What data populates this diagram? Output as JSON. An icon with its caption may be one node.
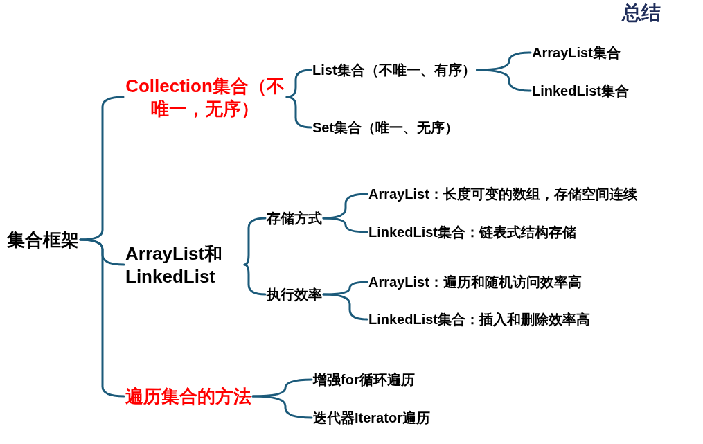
{
  "diagram": {
    "title": "总结",
    "nodes": [
      {
        "text": [
          "集合框架"
        ]
      },
      {
        "text": [
          "Collection集合（不唯一，无序）"
        ]
      },
      {
        "text": [
          "List集合（不唯一、有序）"
        ]
      },
      {
        "text": [
          "ArrayList集合"
        ]
      },
      {
        "text": [
          "LinkedList集合"
        ]
      },
      {
        "text": [
          "Set集合（唯一、无序）"
        ]
      },
      {
        "text": [
          "ArrayList和 LinkedList"
        ]
      },
      {
        "text": [
          "存储方式"
        ]
      },
      {
        "text": [
          "ArrayList：长度可变的数组，存储空间连续"
        ]
      },
      {
        "text": [
          "LinkedList集合：链表式结构存储"
        ]
      },
      {
        "text": [
          "执行效率"
        ]
      },
      {
        "text": [
          "ArrayList：遍历和随机访问效率高"
        ]
      },
      {
        "text": [
          "LinkedList集合：插入和删除效率高"
        ]
      },
      {
        "text": [
          "遍历集合的方法"
        ]
      },
      {
        "text": [
          "增强for循环遍历"
        ]
      },
      {
        "text": [
          "迭代器Iterator遍历"
        ]
      }
    ],
    "edges": [
      {
        "from": 0,
        "to": 1,
        "arrow": "none"
      },
      {
        "from": 0,
        "to": 6,
        "arrow": "none"
      },
      {
        "from": 0,
        "to": 13,
        "arrow": "none"
      },
      {
        "from": 1,
        "to": 2,
        "arrow": "none"
      },
      {
        "from": 1,
        "to": 5,
        "arrow": "none"
      },
      {
        "from": 2,
        "to": 3,
        "arrow": "none"
      },
      {
        "from": 2,
        "to": 4,
        "arrow": "none"
      },
      {
        "from": 6,
        "to": 7,
        "arrow": "none"
      },
      {
        "from": 6,
        "to": 10,
        "arrow": "none"
      },
      {
        "from": 7,
        "to": 8,
        "arrow": "none"
      },
      {
        "from": 7,
        "to": 9,
        "arrow": "none"
      },
      {
        "from": 10,
        "to": 11,
        "arrow": "none"
      },
      {
        "from": 10,
        "to": 12,
        "arrow": "none"
      },
      {
        "from": 13,
        "to": 14,
        "arrow": "none"
      },
      {
        "from": 13,
        "to": 15,
        "arrow": "none"
      }
    ]
  }
}
